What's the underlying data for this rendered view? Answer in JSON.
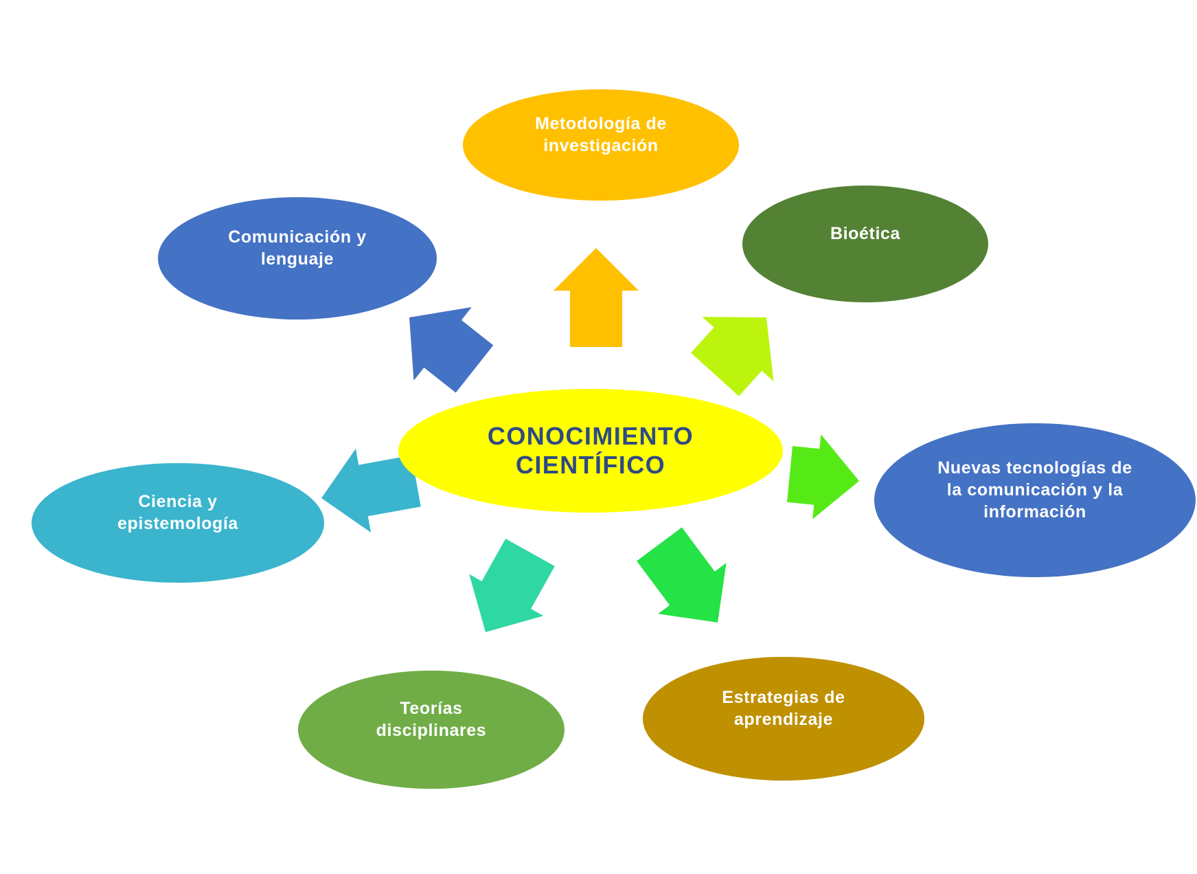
{
  "center": {
    "lines": [
      "CONOCIMIENTO",
      "CIENTÍFICO"
    ],
    "color": "#ffff00",
    "text_color": "#2e4a86"
  },
  "nodes": [
    {
      "id": "metodologia",
      "lines": [
        "Metodología de",
        "investigación"
      ],
      "color": "#ffc000"
    },
    {
      "id": "bioetica",
      "lines": [
        "Bioética"
      ],
      "color": "#548235"
    },
    {
      "id": "nuevas-tecnologias",
      "lines": [
        "Nuevas tecnologías de",
        "la comunicación y la",
        "información"
      ],
      "color": "#4472c4"
    },
    {
      "id": "estrategias",
      "lines": [
        "Estrategias de",
        "aprendizaje"
      ],
      "color": "#bf9000"
    },
    {
      "id": "teorias",
      "lines": [
        "Teorías",
        "disciplinares"
      ],
      "color": "#70ad47"
    },
    {
      "id": "ciencia",
      "lines": [
        "Ciencia y",
        "epistemología"
      ],
      "color": "#3bb4cd"
    },
    {
      "id": "comunicacion",
      "lines": [
        "Comunicación y",
        "lenguaje"
      ],
      "color": "#4472c4"
    }
  ],
  "arrows": [
    {
      "target": "metodologia",
      "color": "#ffc000"
    },
    {
      "target": "bioetica",
      "color": "#bcf40d"
    },
    {
      "target": "nuevas-tecnologias",
      "color": "#55ea16"
    },
    {
      "target": "estrategias",
      "color": "#25e246"
    },
    {
      "target": "teorias",
      "color": "#2fd7a3"
    },
    {
      "target": "ciencia",
      "color": "#3bb4cd"
    },
    {
      "target": "comunicacion",
      "color": "#4472c4"
    }
  ]
}
